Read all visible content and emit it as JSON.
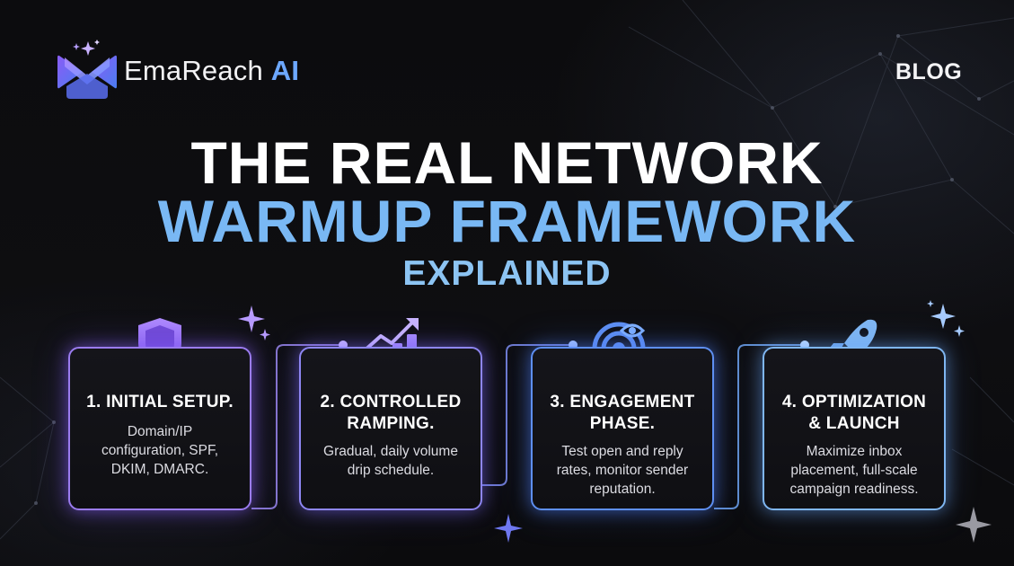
{
  "brand": {
    "name": "EmaReach",
    "suffix": "AI"
  },
  "header": {
    "tag": "BLOG"
  },
  "title": {
    "line1": "THE REAL NETWORK",
    "line2": "WARMUP FRAMEWORK",
    "line3": "EXPLAINED"
  },
  "steps": [
    {
      "title_line1": "1. INITIAL SETUP.",
      "title_line2": "",
      "desc": [
        "Domain/IP",
        "configuration, SPF,",
        "DKIM, DMARC."
      ],
      "icon": "shield-icon"
    },
    {
      "title_line1": "2. CONTROLLED",
      "title_line2": "RAMPING.",
      "desc": [
        "Gradual, daily volume",
        "drip schedule."
      ],
      "icon": "growth-chart-icon"
    },
    {
      "title_line1": "3. ENGAGEMENT",
      "title_line2": "PHASE.",
      "desc": [
        "Test open and reply",
        "rates, monitor sender",
        "reputation."
      ],
      "icon": "target-eye-icon"
    },
    {
      "title_line1": "4. OPTIMIZATION",
      "title_line2": "& LAUNCH",
      "desc": [
        "Maximize inbox",
        "placement, full-scale",
        "campaign readiness."
      ],
      "icon": "rocket-check-icon"
    }
  ],
  "colors": {
    "background": "#0b0b0d",
    "title_white": "#ffffff",
    "title_blue": "#79b8f4",
    "accent_purple": "#9b7cf0",
    "accent_blue": "#5e8ff2",
    "accent_light_blue": "#7fb6f2"
  }
}
